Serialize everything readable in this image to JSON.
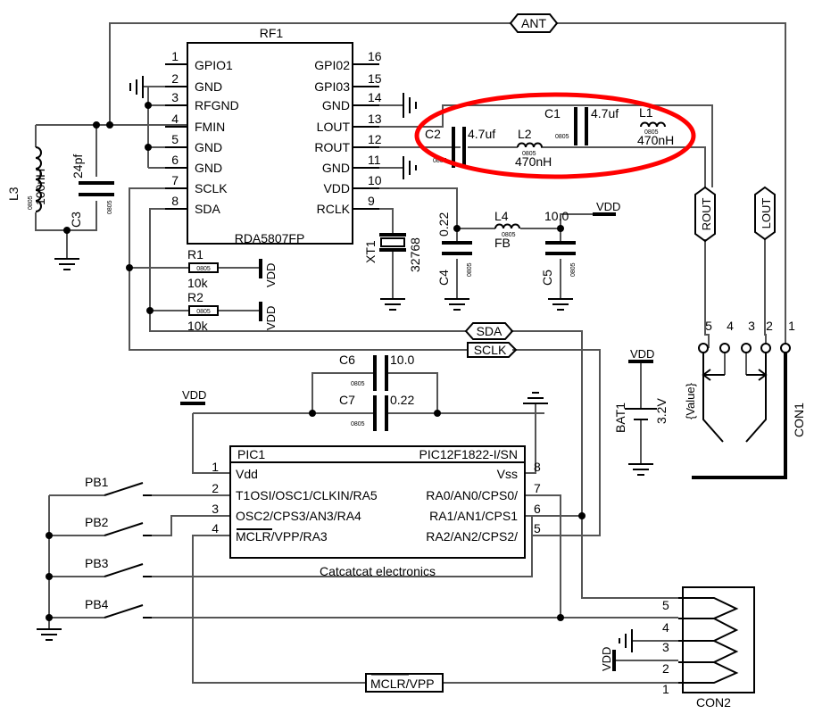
{
  "rf1": {
    "ref": "RF1",
    "part": "RDA5807FP",
    "left_pins": [
      {
        "num": "1",
        "name": "GPIO1"
      },
      {
        "num": "2",
        "name": "GND"
      },
      {
        "num": "3",
        "name": "RFGND"
      },
      {
        "num": "4",
        "name": "FMIN"
      },
      {
        "num": "5",
        "name": "GND"
      },
      {
        "num": "6",
        "name": "GND"
      },
      {
        "num": "7",
        "name": "SCLK"
      },
      {
        "num": "8",
        "name": "SDA"
      }
    ],
    "right_pins": [
      {
        "num": "16",
        "name": "GPI02"
      },
      {
        "num": "15",
        "name": "GPI03"
      },
      {
        "num": "14",
        "name": "GND"
      },
      {
        "num": "13",
        "name": "LOUT"
      },
      {
        "num": "12",
        "name": "ROUT"
      },
      {
        "num": "11",
        "name": "GND"
      },
      {
        "num": "10",
        "name": "VDD"
      },
      {
        "num": "9",
        "name": "RCLK"
      }
    ]
  },
  "pic1": {
    "ref": "PIC1",
    "part": "PIC12F1822-I/SN",
    "maker": "Catcatcat electronics",
    "left_pins": [
      {
        "num": "1",
        "name": "Vdd"
      },
      {
        "num": "2",
        "name": "T1OSI/OSC1/CLKIN/RA5"
      },
      {
        "num": "3",
        "name": "OSC2/CPS3/AN3/RA4"
      },
      {
        "num": "4",
        "name": "MCLR/VPP/RA3"
      }
    ],
    "mclr_overline": "MCLR",
    "right_pins": [
      {
        "num": "8",
        "name": "Vss"
      },
      {
        "num": "7",
        "name": "RA0/AN0/CPS0/"
      },
      {
        "num": "6",
        "name": "RA1/AN1/CPS1"
      },
      {
        "num": "5",
        "name": "RA2/AN2/CPS2/"
      }
    ]
  },
  "components": {
    "l3": {
      "ref": "L3",
      "value": "100nH",
      "size": "0805"
    },
    "c3": {
      "ref": "C3",
      "value": "24pf",
      "size": "0805"
    },
    "r1": {
      "ref": "R1",
      "value": "10k",
      "size": "0805"
    },
    "r2": {
      "ref": "R2",
      "value": "10k",
      "size": "0805"
    },
    "c2": {
      "ref": "C2",
      "value": "4.7uf",
      "size": "0805"
    },
    "c1": {
      "ref": "C1",
      "value": "4.7uf",
      "size": "0805"
    },
    "l2": {
      "ref": "L2",
      "value": "470nH",
      "size": "0805"
    },
    "l1": {
      "ref": "L1",
      "value": "470nH",
      "size": "0805"
    },
    "xt1": {
      "ref": "XT1",
      "value": "32768"
    },
    "c4": {
      "ref": "C4",
      "value": "0.22",
      "size": "0805"
    },
    "l4": {
      "ref": "L4",
      "value": "FB",
      "size": "0805"
    },
    "c5": {
      "ref": "C5",
      "value": "10.0",
      "size": "0805"
    },
    "c6": {
      "ref": "C6",
      "value": "10.0",
      "size": "0805"
    },
    "c7": {
      "ref": "C7",
      "value": "0.22",
      "size": "0805"
    },
    "bat1": {
      "ref": "BAT1",
      "value": "3.2V"
    }
  },
  "power": {
    "vdd": "VDD"
  },
  "net_labels": {
    "ant": "ANT",
    "rout": "ROUT",
    "lout": "LOUT",
    "sda": "SDA",
    "sclk": "SCLK",
    "mclr_vpp": "MCLR/VPP",
    "mclr_overline": "MCLR"
  },
  "buttons": [
    "PB1",
    "PB2",
    "PB3",
    "PB4"
  ],
  "con1": {
    "ref": "CON1",
    "value_label": "{Value}",
    "pins": [
      "5",
      "4",
      "3",
      "2",
      "1"
    ]
  },
  "con2": {
    "ref": "CON2",
    "pins": [
      "5",
      "4",
      "3",
      "2",
      "1"
    ]
  },
  "highlight": {
    "color": "#ff0000"
  }
}
